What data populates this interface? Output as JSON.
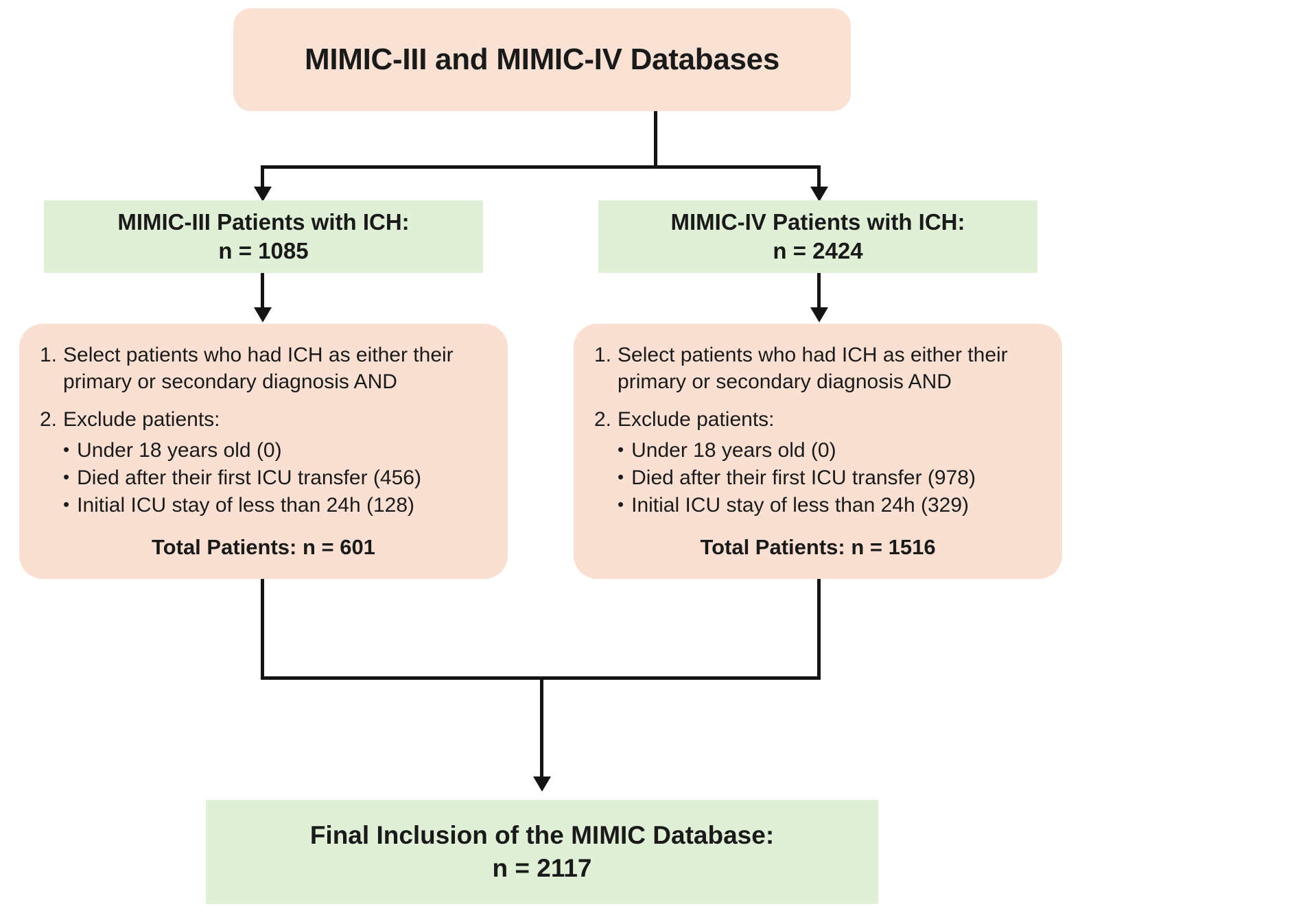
{
  "diagram": {
    "title": "MIMIC patient selection flowchart",
    "colors": {
      "pink": "#fae0d3",
      "green": "#dff0d7",
      "line": "#141414",
      "text": "#1a1a1a"
    },
    "top_box": {
      "label": "MIMIC-III and MIMIC-IV Databases"
    },
    "source_boxes": [
      {
        "line1": "MIMIC-III Patients with ICH:",
        "line2": "n = 1085"
      },
      {
        "line1": "MIMIC-IV Patients with ICH:",
        "line2": "n = 2424"
      }
    ],
    "criteria_boxes": [
      {
        "step1_index": "1.",
        "step1_text": "Select patients who had ICH as either their primary or secondary diagnosis AND",
        "step2_index": "2.",
        "step2_text": "Exclude patients:",
        "bullets": [
          "Under 18 years old (0)",
          "Died after their first ICU transfer (456)",
          "Initial ICU stay of less than 24h (128)"
        ],
        "total": "Total Patients: n = 601"
      },
      {
        "step1_index": "1.",
        "step1_text": "Select patients who had ICH as either their primary or secondary diagnosis AND",
        "step2_index": "2.",
        "step2_text": "Exclude patients:",
        "bullets": [
          "Under 18 years old (0)",
          "Died after their first ICU transfer (978)",
          "Initial ICU stay of less than 24h (329)"
        ],
        "total": "Total Patients: n = 1516"
      }
    ],
    "final_box": {
      "line1": "Final Inclusion of the MIMIC Database:",
      "line2": "n = 2117"
    },
    "bullet_glyph": "•"
  },
  "chart_data": {
    "type": "table",
    "title": "MIMIC patient selection flowchart",
    "nodes": [
      {
        "id": "source",
        "label": "MIMIC-III and MIMIC-IV Databases",
        "n": null
      },
      {
        "id": "mimic3",
        "label": "MIMIC-III Patients with ICH",
        "n": 1085
      },
      {
        "id": "mimic4",
        "label": "MIMIC-IV Patients with ICH",
        "n": 2424
      },
      {
        "id": "mimic3_total",
        "label": "MIMIC-III Total Patients",
        "n": 601
      },
      {
        "id": "mimic4_total",
        "label": "MIMIC-IV Total Patients",
        "n": 1516
      },
      {
        "id": "final",
        "label": "Final Inclusion of the MIMIC Database",
        "n": 2117
      }
    ],
    "exclusions": {
      "mimic3": {
        "under_18": 0,
        "died_after_first_icu_transfer": 456,
        "initial_icu_stay_lt_24h": 128
      },
      "mimic4": {
        "under_18": 0,
        "died_after_first_icu_transfer": 978,
        "initial_icu_stay_lt_24h": 329
      }
    },
    "edges": [
      [
        "source",
        "mimic3"
      ],
      [
        "source",
        "mimic4"
      ],
      [
        "mimic3",
        "mimic3_total"
      ],
      [
        "mimic4",
        "mimic4_total"
      ],
      [
        "mimic3_total",
        "final"
      ],
      [
        "mimic4_total",
        "final"
      ]
    ]
  }
}
